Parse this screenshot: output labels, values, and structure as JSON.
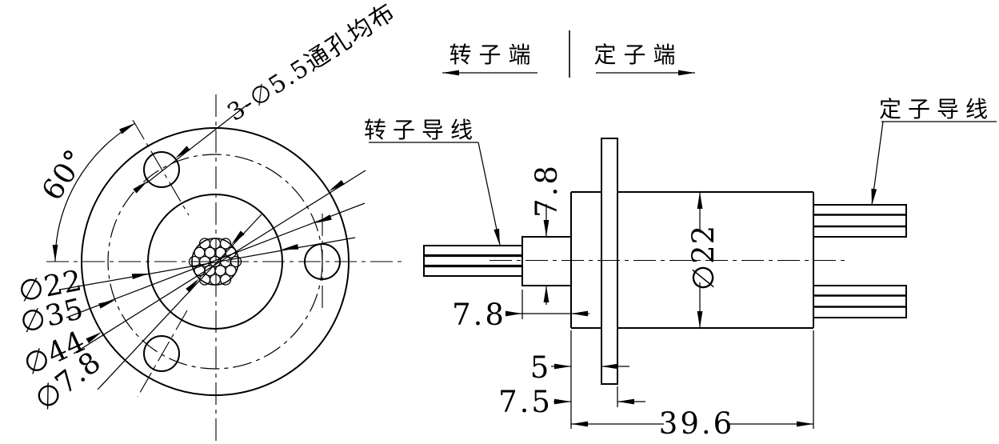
{
  "front_view": {
    "hole_callout": "3-∅5.5通孔均布",
    "angle_dim": "60°",
    "dia_body": "∅22",
    "dia_bolt_circle": "∅35",
    "dia_flange": "∅44",
    "dia_wire_hole": "∅7.8"
  },
  "orientation": {
    "rotor_end": "转子端",
    "stator_end": "定子端"
  },
  "side_view": {
    "rotor_wire_label": "转子导线",
    "stator_wire_label": "定子导线",
    "shaft_height": "7.8",
    "shaft_length": "7.8",
    "flange_offset": "5",
    "flange_total_offset": "7.5",
    "body_length": "39.6",
    "body_dia": "∅22"
  },
  "colors": {
    "line": "#000000",
    "background": "#ffffff"
  }
}
